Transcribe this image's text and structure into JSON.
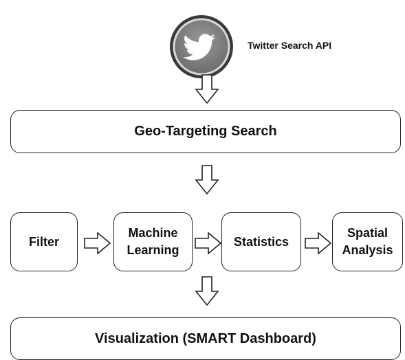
{
  "source": {
    "icon": "twitter-bird-icon",
    "label": "Twitter Search API"
  },
  "steps": {
    "geo_search": "Geo-Targeting Search",
    "filter": "Filter",
    "machine_learning": "Machine\nLearning",
    "statistics": "Statistics",
    "spatial_analysis": "Spatial\nAnalysis",
    "visualization": "Visualization (SMART Dashboard)"
  }
}
